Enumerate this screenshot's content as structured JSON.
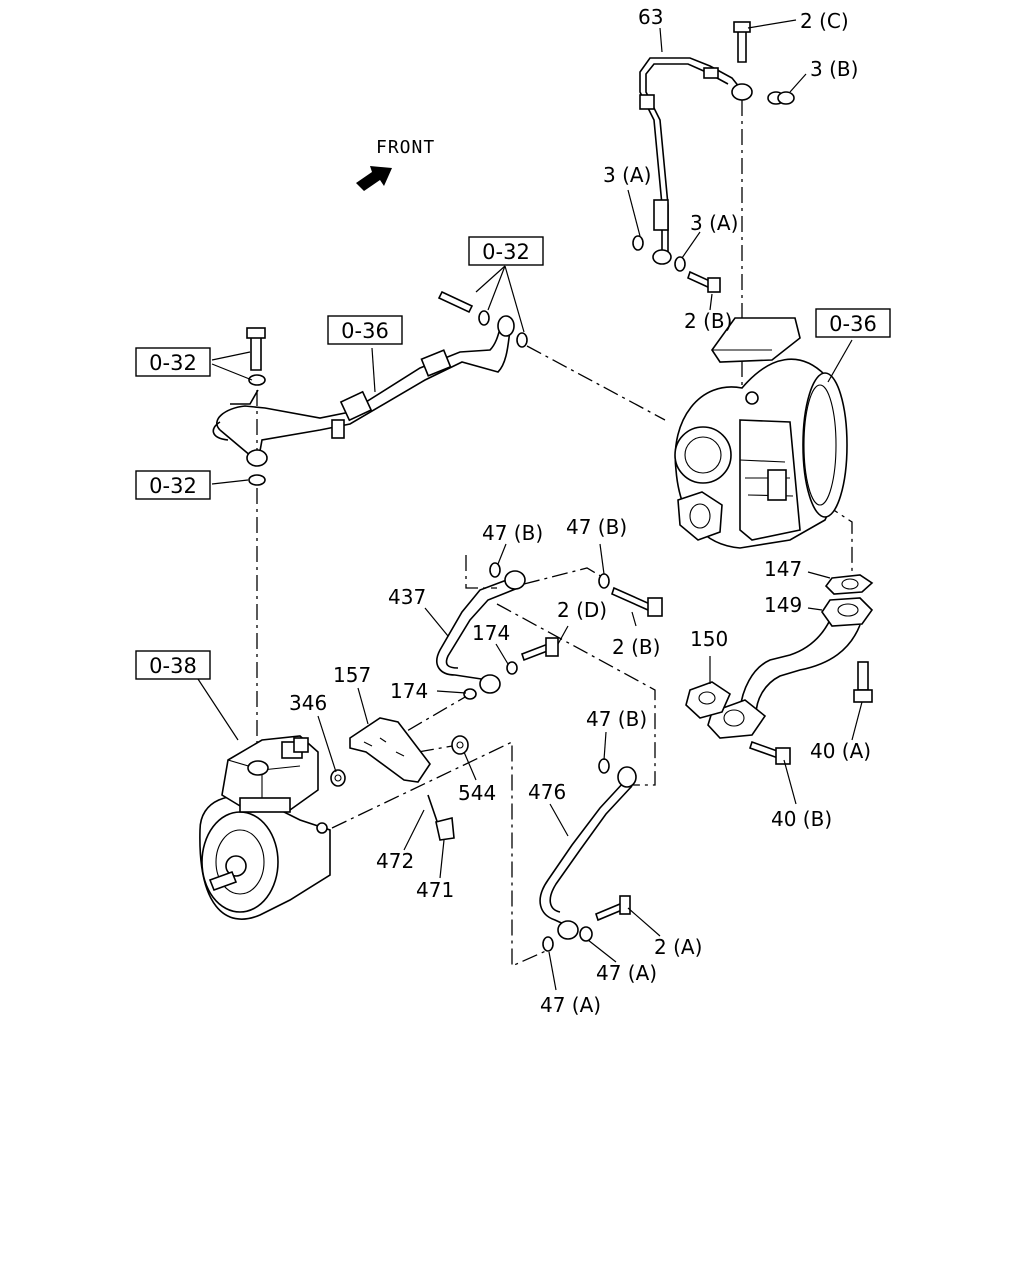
{
  "front_label": "FRONT",
  "ref_boxes": {
    "b1": "0-32",
    "b2": "0-36",
    "b3": "0-32",
    "b4": "0-32",
    "b5": "0-36",
    "b6": "0-38"
  },
  "callouts": {
    "c63": "63",
    "c2C": "2 (C)",
    "c3B": "3 (B)",
    "c3A_left": "3 (A)",
    "c3A_right": "3 (A)",
    "c2B_top": "2 (B)",
    "c47B_left": "47 (B)",
    "c47B_right": "47 (B)",
    "c437": "437",
    "c2D": "2 (D)",
    "c174_a": "174",
    "c174_b": "174",
    "c2B_mid": "2 (B)",
    "c147": "147",
    "c149": "149",
    "c150": "150",
    "c157": "157",
    "c346": "346",
    "c544": "544",
    "c47B_low": "47 (B)",
    "c476": "476",
    "c472": "472",
    "c471": "471",
    "c40A": "40 (A)",
    "c40B": "40 (B)",
    "c2A": "2 (A)",
    "c47A_right": "47 (A)",
    "c47A_bottom": "47 (A)"
  }
}
